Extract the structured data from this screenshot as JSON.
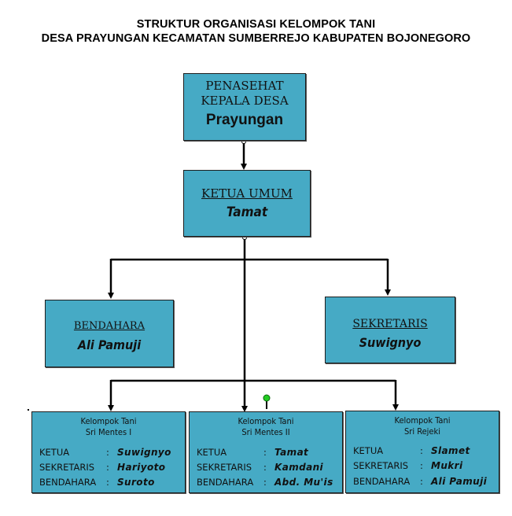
{
  "title": {
    "line1": "STRUKTUR ORGANISASI KELOMPOK TANI",
    "line2": "DESA PRAYUNGAN KECAMATAN SUMBERREJO KABUPATEN BOJONEGORO"
  },
  "penasehat": {
    "role1": "PENASEHAT",
    "role2": "KEPALA DESA",
    "name": "Prayungan"
  },
  "ketua_umum": {
    "role": "KETUA UMUM",
    "name": "Tamat"
  },
  "bendahara": {
    "role": "BENDAHARA",
    "name": "Ali Pamuji"
  },
  "sekretaris": {
    "role": "SEKRETARIS",
    "name": "Suwignyo"
  },
  "groups": [
    {
      "head1": "Kelompok Tani",
      "head2": "Sri Mentes I",
      "rows": [
        {
          "label": "KETUA",
          "colon": ":",
          "value": "Suwignyo"
        },
        {
          "label": "SEKRETARIS",
          "colon": ":",
          "value": "Hariyoto"
        },
        {
          "label": "BENDAHARA",
          "colon": ":",
          "value": "Suroto"
        }
      ]
    },
    {
      "head1": "Kelompok Tani",
      "head2": "Sri Mentes II",
      "rows": [
        {
          "label": "KETUA",
          "colon": ":",
          "value": "Tamat"
        },
        {
          "label": "SEKRETARIS",
          "colon": ":",
          "value": "Kamdani"
        },
        {
          "label": "BENDAHARA",
          "colon": ":",
          "value": "Abd. Mu'is"
        }
      ]
    },
    {
      "head1": "Kelompok Tani",
      "head2": "Sri Rejeki",
      "rows": [
        {
          "label": "KETUA",
          "colon": ":",
          "value": "Slamet"
        },
        {
          "label": "SEKRETARIS",
          "colon": ":",
          "value": "Mukri"
        },
        {
          "label": "BENDAHARA",
          "colon": ":",
          "value": "Ali Pamuji"
        }
      ]
    }
  ],
  "colors": {
    "box_fill": "#46aac5",
    "connector": "#000000",
    "handle": "#22cc22"
  }
}
